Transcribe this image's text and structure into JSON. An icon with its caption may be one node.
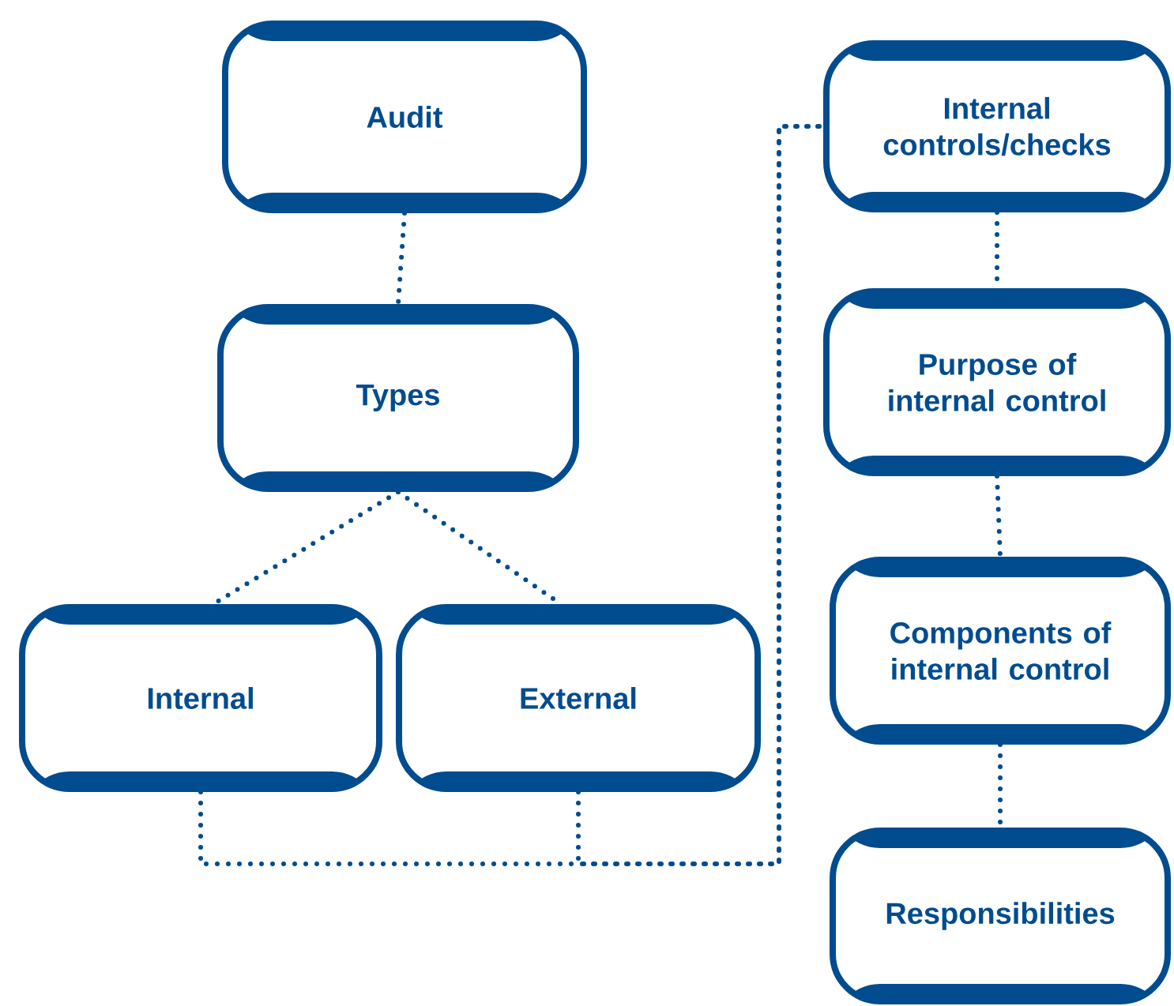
{
  "diagram": {
    "nodes": [
      {
        "text": [
          "Audit"
        ]
      },
      {
        "text": [
          "Types"
        ]
      },
      {
        "text": [
          "Internal"
        ]
      },
      {
        "text": [
          "External"
        ]
      },
      {
        "text": [
          "Internal controls/checks"
        ]
      },
      {
        "text": [
          "Purpose of internal control"
        ]
      },
      {
        "text": [
          "Components of internal control"
        ]
      },
      {
        "text": [
          "Responsibilities"
        ]
      }
    ],
    "edges": [
      {
        "from": 0,
        "to": 1,
        "arrow": "none"
      },
      {
        "from": 1,
        "to": 2,
        "arrow": "none"
      },
      {
        "from": 1,
        "to": 3,
        "arrow": "none"
      },
      {
        "from": 2,
        "to": 4,
        "arrow": "none"
      },
      {
        "from": 3,
        "to": 4,
        "arrow": "none"
      },
      {
        "from": 4,
        "to": 5,
        "arrow": "none"
      },
      {
        "from": 5,
        "to": 6,
        "arrow": "none"
      },
      {
        "from": 6,
        "to": 7,
        "arrow": "none"
      }
    ]
  }
}
